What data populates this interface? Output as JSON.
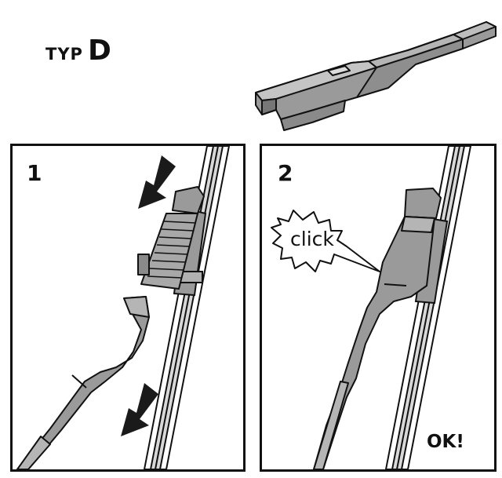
{
  "header": {
    "typ_label": "TYP",
    "typ_letter": "D"
  },
  "steps": [
    {
      "number": "1"
    },
    {
      "number": "2",
      "callout": "click",
      "result": "OK!"
    }
  ],
  "colors": {
    "blade": "#8e8e8e",
    "outline": "#111111",
    "arrow": "#1a1a1a",
    "background": "#ffffff"
  },
  "icons": [
    "arrow-down-left-icon",
    "adapter-clip-icon",
    "wiper-arm-icon",
    "wiper-blade-icon",
    "click-burst-icon"
  ]
}
